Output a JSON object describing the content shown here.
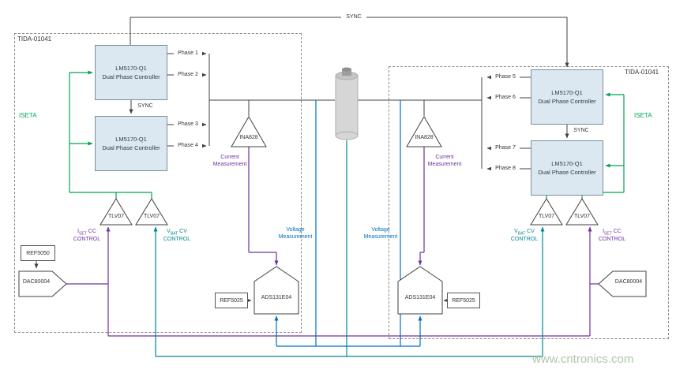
{
  "watermark": "www.cntronics.com",
  "modules": {
    "left": {
      "title": "TIDA-01041"
    },
    "right": {
      "title": "TIDA-01041"
    }
  },
  "labels": {
    "sync": "SYNC",
    "iseta": "ISETA",
    "current_measurement": "Current Measurement",
    "voltage_measurement": "Voltage Measurement",
    "cc": {
      "pre": "I",
      "sub": "SET",
      "post": "CC",
      "line2": "CONTROL"
    },
    "cv": {
      "pre": "V",
      "sub": "BAT",
      "post": "CV",
      "line2": "CONTROL"
    }
  },
  "components": {
    "controller_name": "LM5170-Q1",
    "controller_desc": "Dual Phase Controller",
    "ina": "INA828",
    "tlv": "TLV07",
    "ref5050": "REF5050",
    "ref5025": "REF5025",
    "dac": "DAC80004",
    "ads": "ADS131E04"
  },
  "phases": [
    "Phase 1",
    "Phase 2",
    "Phase 3",
    "Phase 4",
    "Phase 5",
    "Phase 6",
    "Phase 7",
    "Phase 8"
  ],
  "colors": {
    "wire": "#404040",
    "iseta_green": "#00A550",
    "current_purple": "#7030A0",
    "voltage_blue": "#0070C0",
    "cv_teal": "#00878F",
    "block_fill": "#DCE8F1",
    "block_border": "#78909C",
    "watermark_green": "#AFC7A8"
  }
}
